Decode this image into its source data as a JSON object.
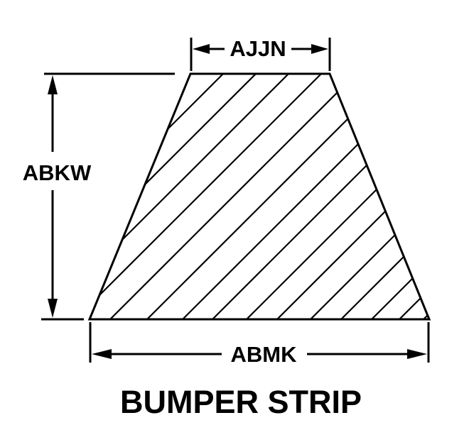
{
  "diagram": {
    "title": "BUMPER STRIP",
    "shape": "trapezoid",
    "hatching": "diagonal 45-degree section lines",
    "dimensions": {
      "top_width": "AJJN",
      "height": "ABKW",
      "bottom_width": "ABMK"
    },
    "colors": {
      "line": "#000000",
      "background": "#ffffff"
    }
  }
}
